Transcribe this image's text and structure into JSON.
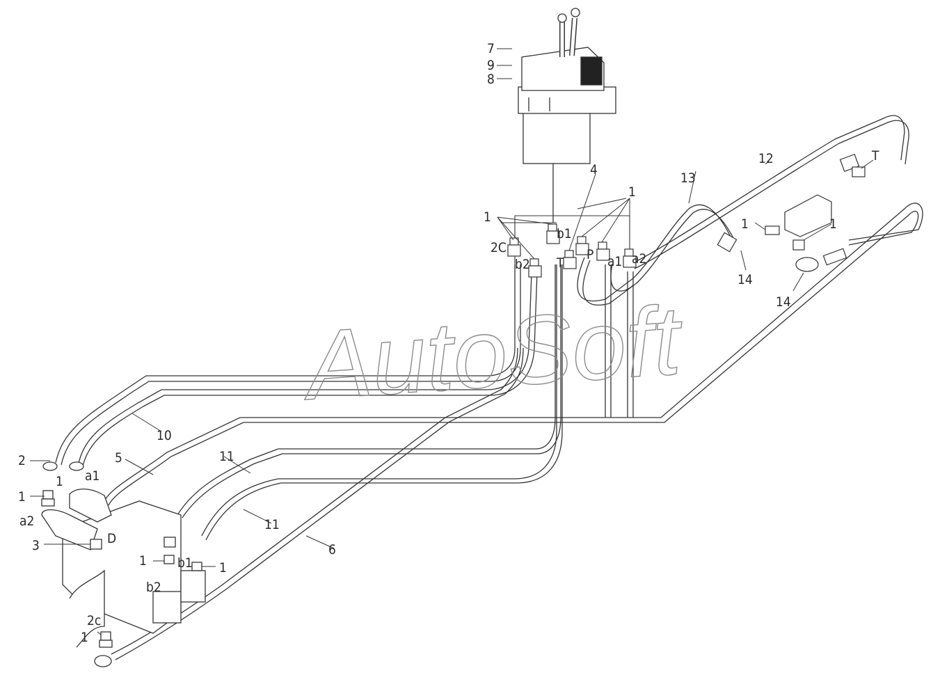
{
  "watermark": "AutoSoft",
  "callouts": {
    "n1": "1",
    "n2": "2",
    "n3": "3",
    "n4": "4",
    "n5": "5",
    "n6": "6",
    "n7": "7",
    "n8": "8",
    "n9": "9",
    "n10": "10",
    "n11": "11",
    "n12": "12",
    "n13": "13",
    "n14": "14"
  },
  "ports": {
    "a1": "a1",
    "a2": "a2",
    "b1": "b1",
    "b2": "b2",
    "c2": "2C",
    "c2_lower": "2c",
    "T": "T",
    "P": "P",
    "D": "D"
  },
  "colors": {
    "line": "#333333",
    "watermark_stroke": "#8a8a8a"
  }
}
